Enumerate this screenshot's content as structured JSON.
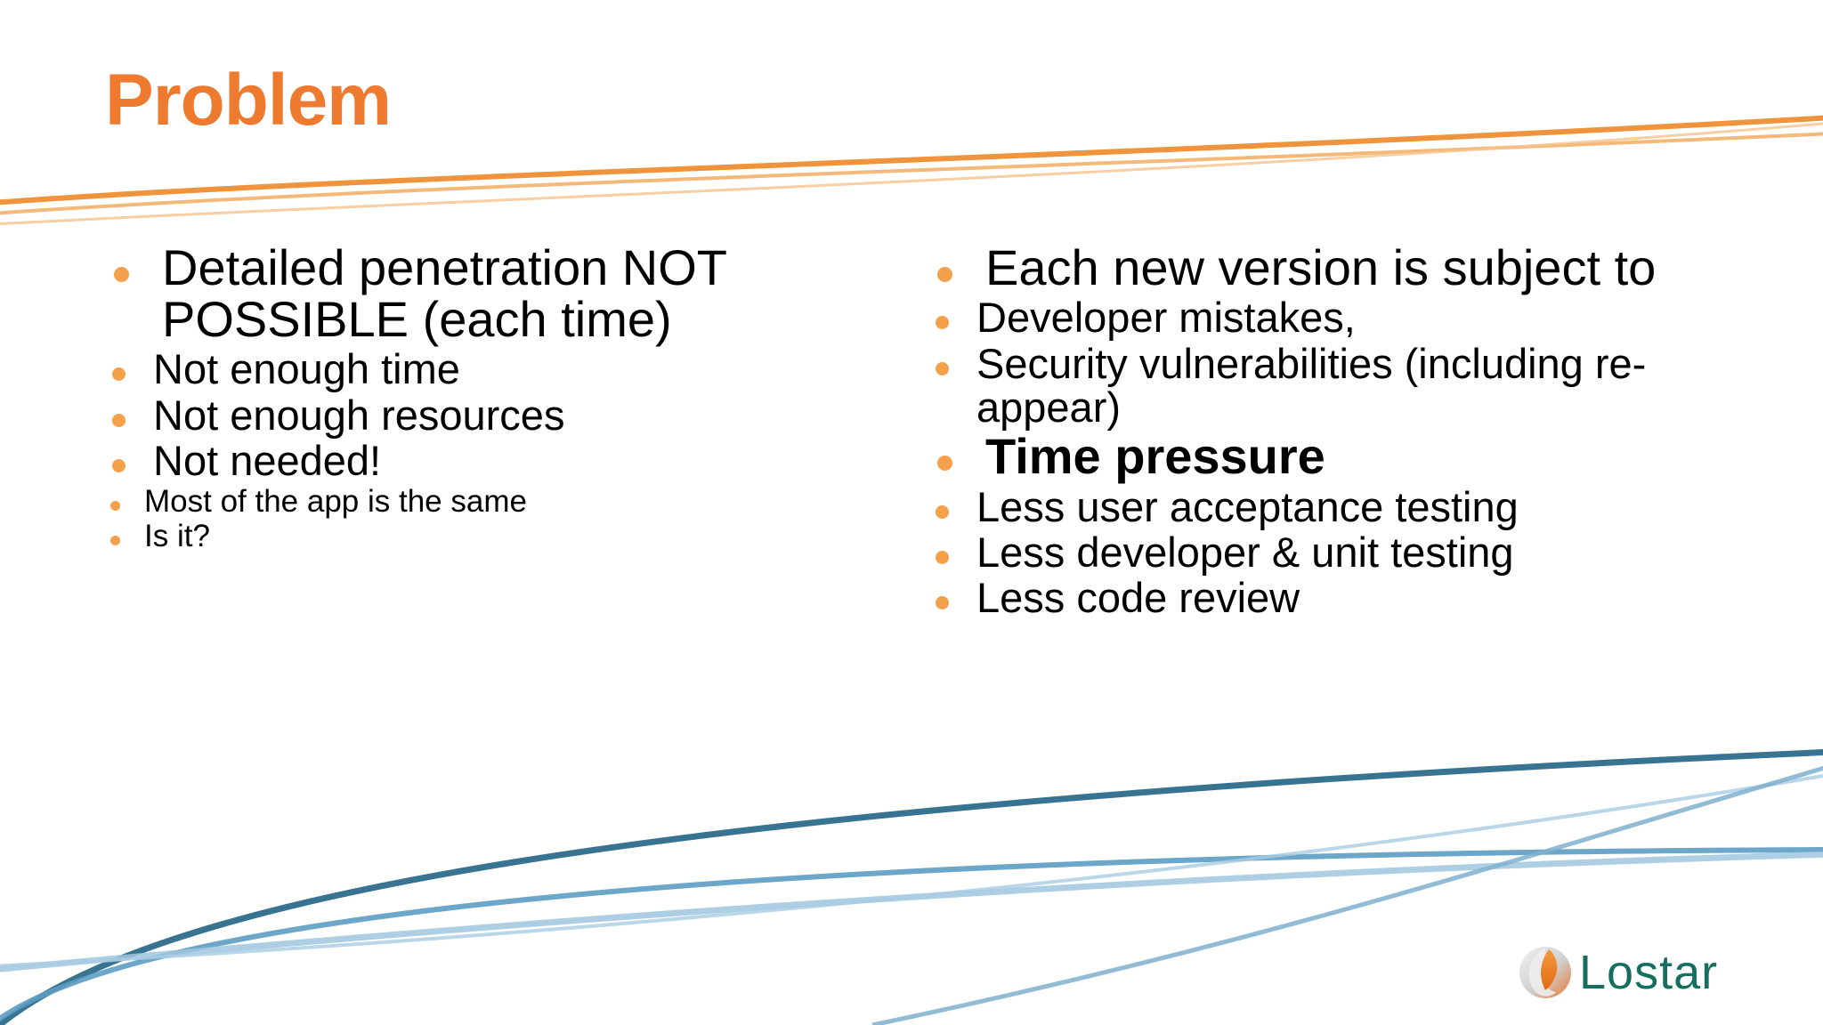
{
  "slide": {
    "title": "Problem",
    "background_color": "#FFFFFF",
    "title_color": "#ED7A2F",
    "bullet_color": "#F5A04A",
    "text_color": "#000000",
    "accent_line_color": "#F2994A",
    "footer_curve_colors": [
      "#2E6E8E",
      "#5B9BC0",
      "#A9CCE3"
    ]
  },
  "columns": {
    "left": {
      "items": [
        {
          "level": 1,
          "text": "Detailed penetration NOT POSSIBLE (each time)",
          "bold": false
        },
        {
          "level": 2,
          "text": "Not enough time",
          "bold": false
        },
        {
          "level": 2,
          "text": "Not enough resources",
          "bold": false
        },
        {
          "level": 2,
          "text": "Not needed!",
          "bold": false
        },
        {
          "level": 3,
          "text": "Most of the app is the same",
          "bold": false
        },
        {
          "level": 3,
          "text": "Is it?",
          "bold": false
        }
      ]
    },
    "right": {
      "items": [
        {
          "level": 1,
          "text": "Each new version is subject to",
          "bold": false
        },
        {
          "level": 2,
          "text": "Developer mistakes,",
          "bold": false
        },
        {
          "level": 2,
          "text": "Security vulnerabilities (including re-appear)",
          "bold": false
        },
        {
          "level": 1,
          "text": "Time pressure",
          "bold": true
        },
        {
          "level": 2,
          "text": "Less user acceptance testing",
          "bold": false
        },
        {
          "level": 2,
          "text": "Less developer & unit testing",
          "bold": false
        },
        {
          "level": 2,
          "text": "Less code review",
          "bold": false
        }
      ]
    }
  },
  "logo": {
    "name": "Lostar",
    "text": "Lostar",
    "text_color": "#166E5E",
    "mark_colors": [
      "#E8762B",
      "#D9D9D9"
    ]
  }
}
